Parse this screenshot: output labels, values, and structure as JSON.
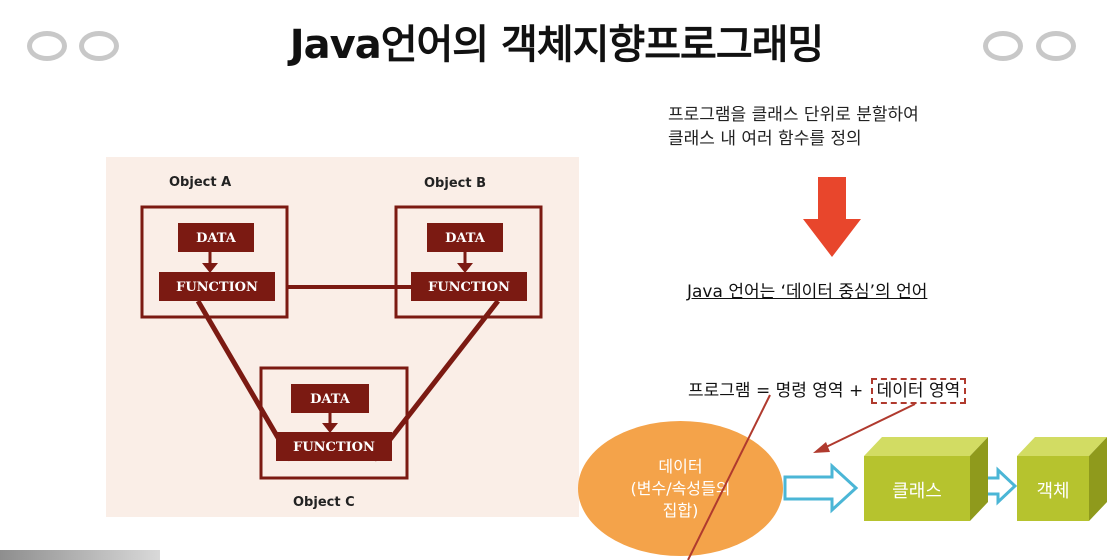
{
  "slide": {
    "title": "Java언어의 객체지향프로그래밍",
    "description_lines": [
      "프로그램을 클래스 단위로 분할하여",
      "클래스 내 여러 함수를 정의"
    ],
    "conclusion": "Java 언어는 ‘데이터 중심’의 언어",
    "formula": {
      "prefix": "프로그램 = 명령 영역 +",
      "boxed": "데이터 영역"
    }
  },
  "oop_diagram": {
    "objects": [
      {
        "label": "Object A",
        "data_label": "DATA",
        "function_label": "FUNCTION"
      },
      {
        "label": "Object B",
        "data_label": "DATA",
        "function_label": "FUNCTION"
      },
      {
        "label": "Object C",
        "data_label": "DATA",
        "function_label": "FUNCTION"
      }
    ]
  },
  "flow": {
    "data_circle_lines": [
      "데이터",
      "(변수/속성들의",
      "집합)"
    ],
    "class_label": "클래스",
    "object_label": "객체"
  },
  "colors": {
    "diagram_dark_red": "#7b1a12",
    "diagram_background": "#faeee7",
    "down_arrow": "#e8462c",
    "data_circle": "#f4a34a",
    "cube_green": "#b6c32e",
    "outline_arrow": "#4bb6d6"
  },
  "icons": {
    "down_arrow": "red-down-arrow-icon",
    "decorations": "grey-ring-icon"
  }
}
